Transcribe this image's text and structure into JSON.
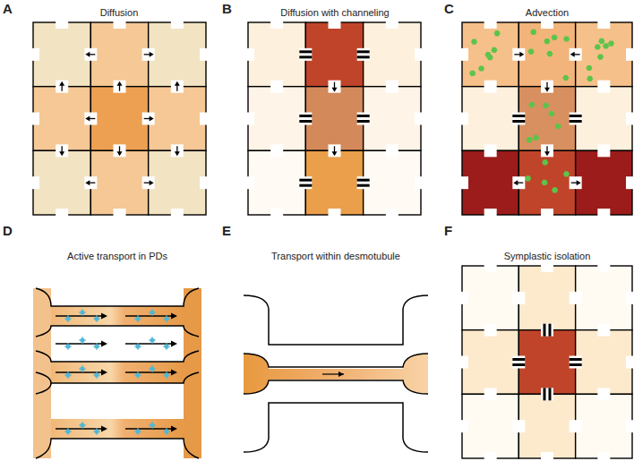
{
  "diagram": {
    "labels": [
      "A",
      "Diffusion",
      "B",
      "Diffusion with channeling",
      "C",
      "Advection",
      "D",
      "Active transport in PDs",
      "E",
      "Transport within desmotubule",
      "F",
      "Symplastic isolation"
    ]
  }
}
